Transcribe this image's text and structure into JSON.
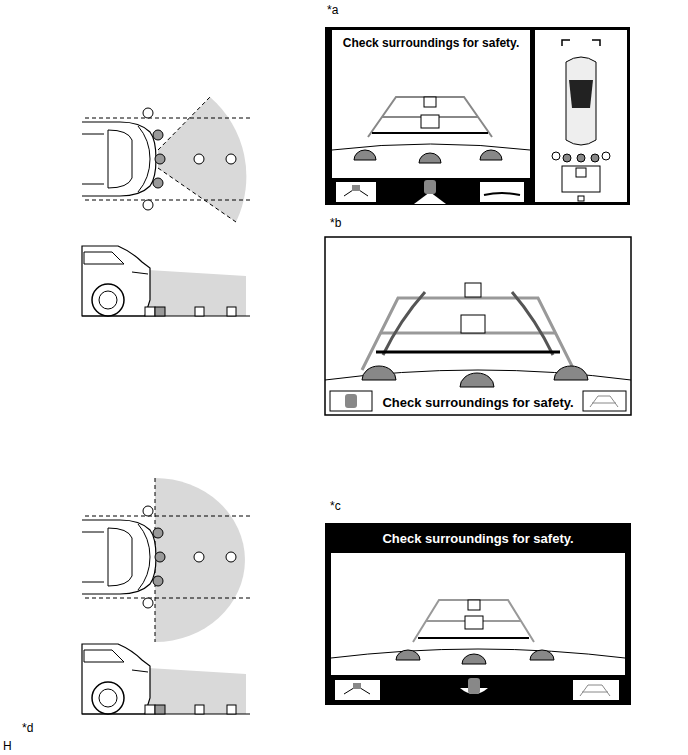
{
  "diagram": {
    "nodes": [
      {
        "text": [
          "Check surroundings for safety."
        ]
      },
      {
        "text": [
          "Check surroundings for safety."
        ]
      },
      {
        "text": [
          "Check surroundings for safety."
        ]
      }
    ],
    "labels": [
      "*a",
      "*b",
      "*c",
      "*d",
      "H"
    ]
  }
}
